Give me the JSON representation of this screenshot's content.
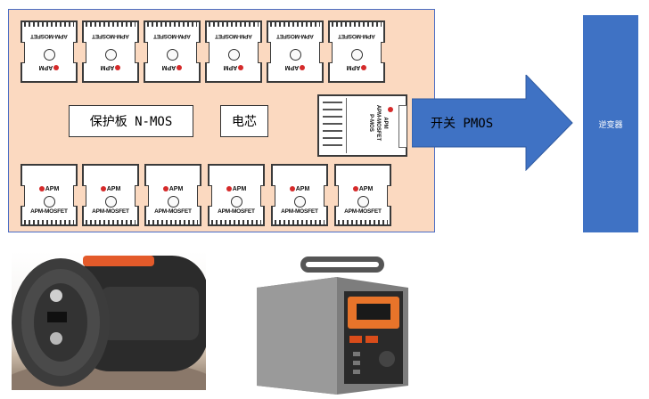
{
  "diagram": {
    "nmos_label": "保护板 N-MOS",
    "cell_label": "电芯",
    "pmos_label": "开关 PMOS",
    "inverter_label": "逆变器",
    "top_chips": [
      {
        "mark": "APM-MOSFET",
        "brand": "APM"
      },
      {
        "mark": "APM-MOSFET",
        "brand": "APM"
      },
      {
        "mark": "APM-MOSFET",
        "brand": "APM"
      },
      {
        "mark": "APM-MOSFET",
        "brand": "APM"
      },
      {
        "mark": "APM-MOSFET",
        "brand": "APM"
      },
      {
        "mark": "APM-MOSFET",
        "brand": "APM"
      }
    ],
    "bottom_chips": [
      {
        "mark": "APM-MOSFET",
        "brand": "APM"
      },
      {
        "mark": "APM-MOSFET",
        "brand": "APM"
      },
      {
        "mark": "APM-MOSFET",
        "brand": "APM"
      },
      {
        "mark": "APM-MOSFET",
        "brand": "APM"
      },
      {
        "mark": "APM-MOSFET",
        "brand": "APM"
      },
      {
        "mark": "APM-MOSFET",
        "brand": "APM"
      }
    ],
    "pmos_chip": {
      "line1": "APM-MOSFET",
      "line2": "P-MOS",
      "brand": "APM"
    },
    "colors": {
      "board_fill": "#fbd9c0",
      "arrow_fill": "#3f72c4",
      "inverter_fill": "#3f72c4",
      "logo_red": "#d52a2a"
    }
  },
  "photos": {
    "left": "portable-power-station-cylindrical",
    "right": "portable-power-station-box"
  }
}
